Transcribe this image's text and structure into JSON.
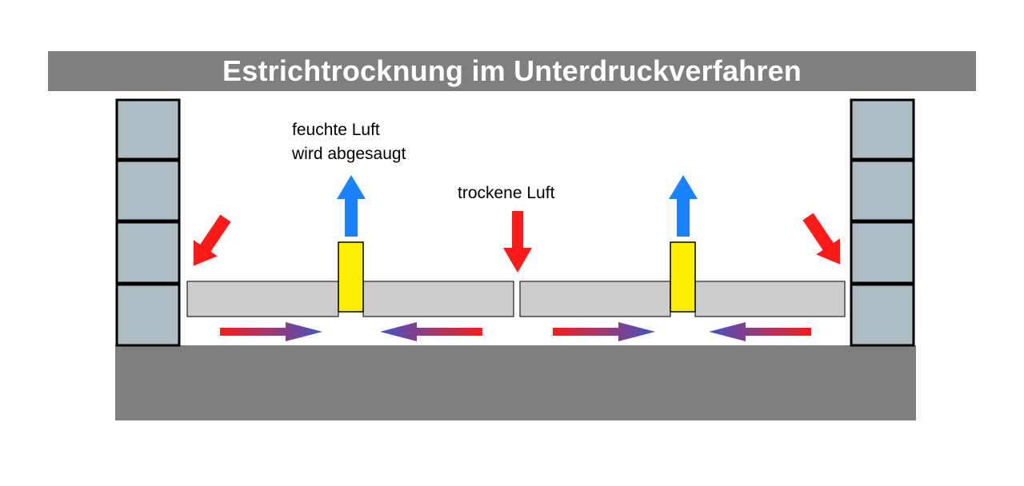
{
  "title": "Estrichtrocknung im Unterdruckverfahren",
  "labels": {
    "moist_air_line1": "feuchte Luft",
    "moist_air_line2": "wird abgesaugt",
    "dry_air": "trockene Luft"
  },
  "colors": {
    "title_bar": "#7f7f7f",
    "title_text": "#ffffff",
    "wall_block": "#aebdc4",
    "screed": "#cdcdcf",
    "floor": "#7f7f7f",
    "extraction_nozzle": "#ffee00",
    "dry_air_arrow": "#ff1a1a",
    "moist_air_arrow": "#1a82ff",
    "flow_gradient_start": "#ff1a1a",
    "flow_gradient_end": "#3f55c8"
  }
}
